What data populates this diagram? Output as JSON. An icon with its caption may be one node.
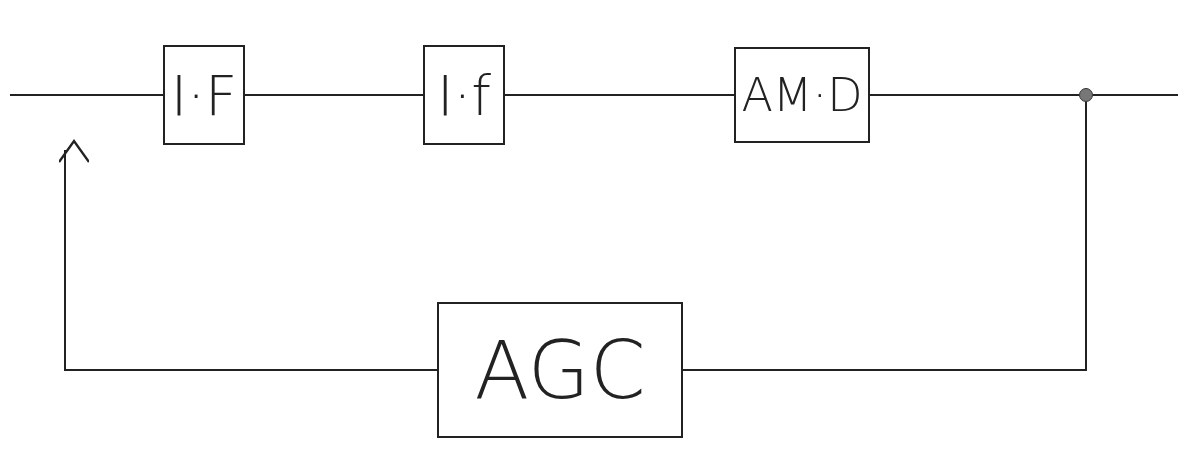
{
  "diagram": {
    "nodes": [
      {
        "text": [
          "I·F"
        ]
      },
      {
        "text": [
          "I·f"
        ]
      },
      {
        "text": [
          "AM·D"
        ]
      },
      {
        "text": [
          "AGC"
        ]
      },
      {
        "text": [],
        "shape": "circle"
      }
    ],
    "edges": [
      {
        "from": null,
        "to": 0,
        "arrow": "none"
      },
      {
        "from": 0,
        "to": 1,
        "arrow": "none"
      },
      {
        "from": 1,
        "to": 2,
        "arrow": "none"
      },
      {
        "from": 2,
        "to": 4,
        "arrow": "none"
      },
      {
        "from": 4,
        "to": null,
        "arrow": "none"
      },
      {
        "from": 4,
        "to": 3,
        "arrow": "none"
      },
      {
        "from": 3,
        "to": null,
        "arrow": "to"
      }
    ]
  }
}
